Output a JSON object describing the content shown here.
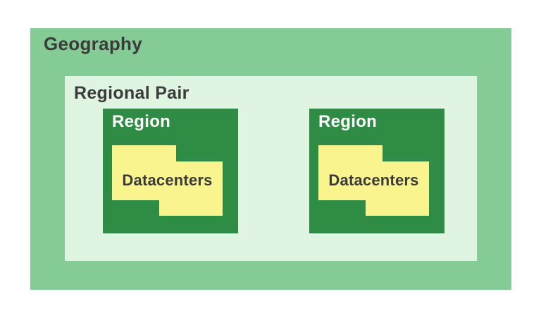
{
  "diagram": {
    "title": "Geography",
    "labels": {
      "geography": "Geography",
      "regional_pair": "Regional Pair"
    },
    "regions": [
      {
        "label": "Region",
        "datacenters_label": "Datacenters"
      },
      {
        "label": "Region",
        "datacenters_label": "Datacenters"
      }
    ]
  },
  "colors": {
    "background": "#ffffff",
    "geography": "#85CB96",
    "regional_pair": "#DFF5E2",
    "region": "#2F8C45",
    "datacenters": "#FAF48E",
    "text_dark": "#3B3B3B",
    "text_light": "#FFFFFF"
  }
}
